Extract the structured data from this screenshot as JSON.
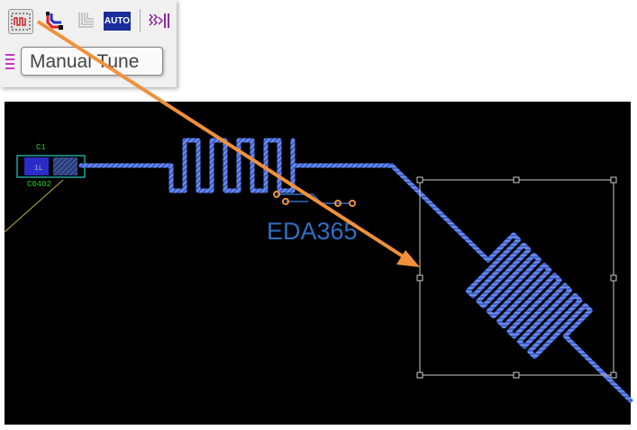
{
  "toolbar": {
    "buttons": [
      {
        "name": "manual-tune",
        "icon": "meander-icon"
      },
      {
        "name": "route",
        "icon": "route-corner-icon"
      },
      {
        "name": "multi-route",
        "icon": "bus-route-icon"
      },
      {
        "name": "auto-route",
        "label": "AUTO"
      },
      {
        "name": "tune-end",
        "icon": "tune-arrow-icon"
      }
    ],
    "tooltip": "Manual Tune"
  },
  "pcb": {
    "component": {
      "refdes": "C1",
      "footprint": "C0402",
      "pad1": "1L"
    },
    "watermark": "EDA365",
    "trace_color": "#3b62d6",
    "arrow_color": "#f0913a"
  }
}
